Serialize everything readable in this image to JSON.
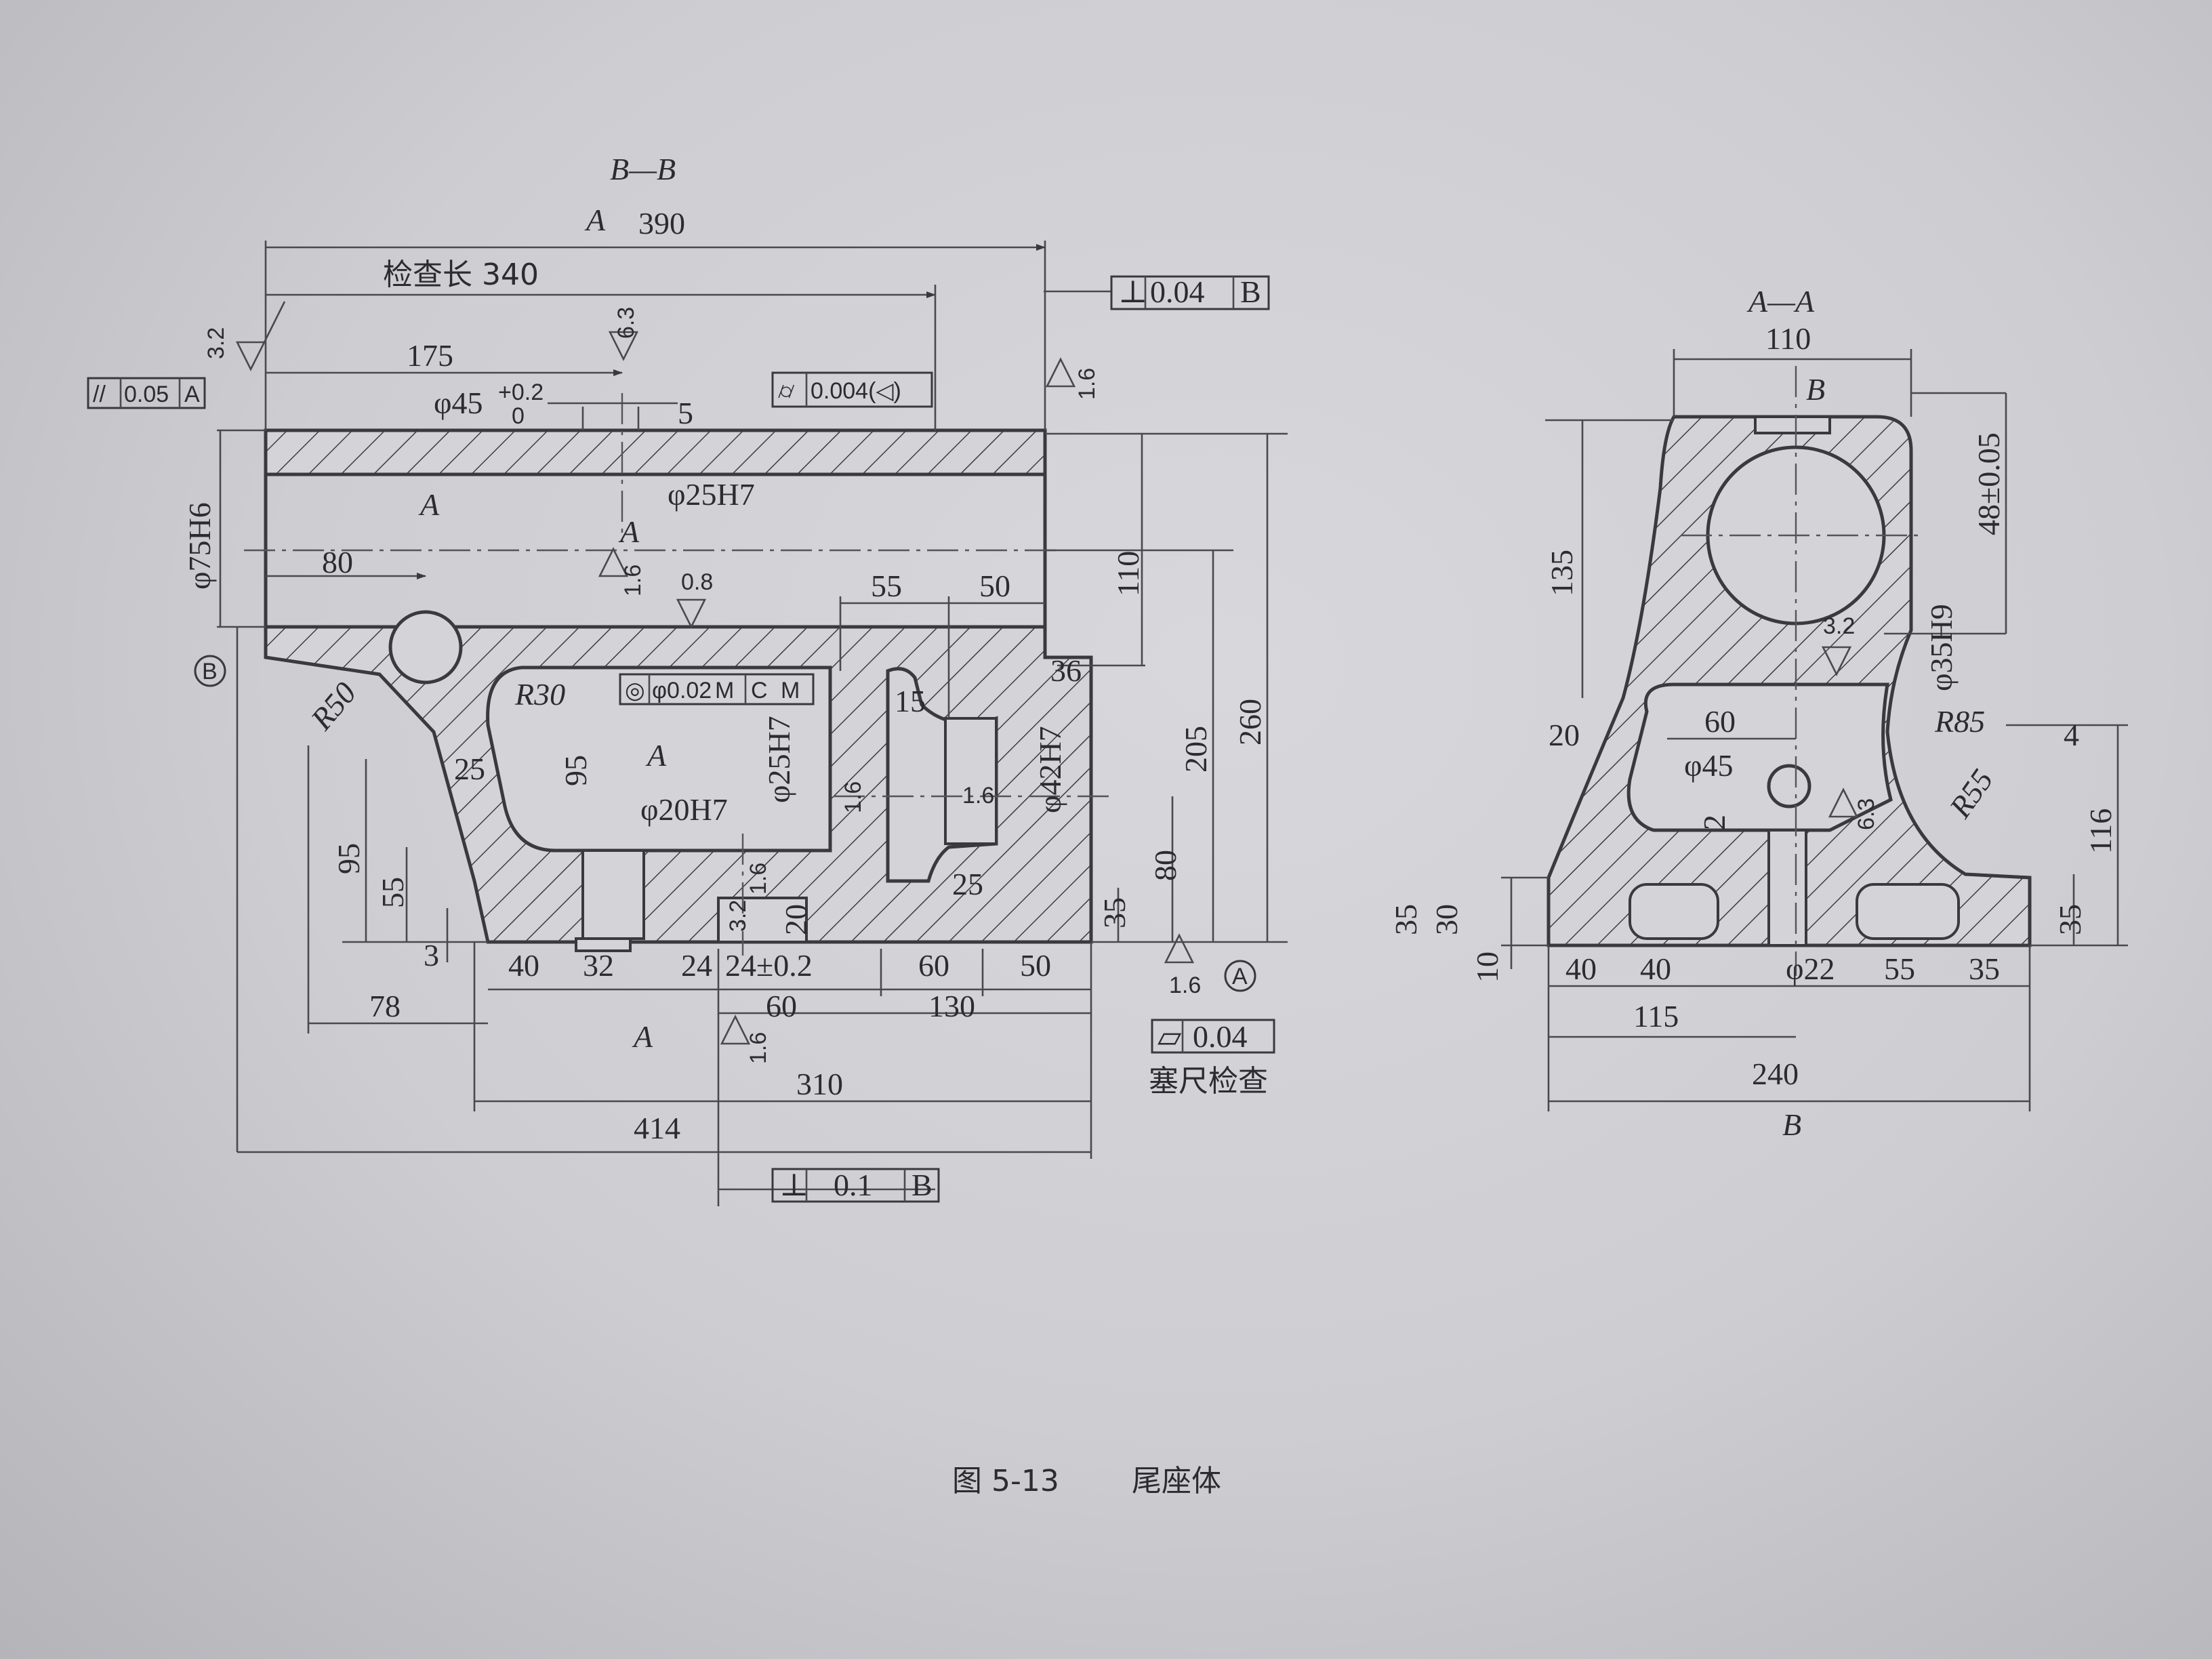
{
  "caption": {
    "figure_no": "图 5-13",
    "title": "尾座体"
  },
  "left_view": {
    "section_label": "B—B",
    "section_arrow": "A",
    "dims": {
      "overall_top": "390",
      "check_length": "检查长 340",
      "d175": "175",
      "bore_top": "φ45",
      "bore_top_tol_upper": "+0.2",
      "bore_top_tol_lower": "0",
      "depth5": "5",
      "hole25": "φ25H7",
      "bore75": "φ75H6",
      "d80": "80",
      "d55": "55",
      "d50": "50",
      "d110": "110",
      "d260": "260",
      "d205": "205",
      "d80v": "80",
      "d35v": "35",
      "d36": "36",
      "r50": "R50",
      "r30": "R30",
      "d25": "25",
      "d95": "95",
      "d95b": "95",
      "d55b": "55",
      "d3": "3",
      "d15": "15",
      "hole25b": "φ25H7",
      "hole20": "φ20H7",
      "hole42": "φ42H7",
      "d25b": "25",
      "d20": "20",
      "b40": "40",
      "b32": "32",
      "b24": "24",
      "b24tol": "24±0.2",
      "b60": "60",
      "b50": "50",
      "d78": "78",
      "d60": "60",
      "d130": "130",
      "d310": "310",
      "d414": "414"
    },
    "roughness": [
      "3.2",
      "6.3",
      "1.6",
      "1.6",
      "0.8",
      "1.6",
      "1.6",
      "3.2",
      "1.6",
      "1.6",
      "1.6"
    ],
    "datums": [
      "B",
      "A"
    ],
    "section_marks": [
      "A",
      "A",
      "A",
      "A"
    ],
    "tolerance_frames": {
      "parallel": {
        "value": "0.05",
        "datum": "A"
      },
      "perp_top": {
        "value": "0.04",
        "datum": "B"
      },
      "cylindricity": {
        "value": "0.004(◁)"
      },
      "position": {
        "value": "φ0.02",
        "mod": "M",
        "datum": "C",
        "datum_mod": "M"
      },
      "flatness": {
        "value": "0.04",
        "note": "塞尺检查"
      },
      "perp_bottom": {
        "value": "0.1",
        "datum": "B"
      }
    }
  },
  "right_view": {
    "section_label": "A—A",
    "dims": {
      "d110": "110",
      "d135": "135",
      "d48": "48±0.05",
      "hole35": "φ35H9",
      "r20": "20",
      "d60": "60",
      "hole45": "φ45",
      "d2": "2",
      "r85": "R85",
      "d4": "4",
      "r55": "R55",
      "d116": "116",
      "d35l": "35",
      "d30l": "30",
      "d10": "10",
      "d35r": "35",
      "b40a": "40",
      "b40b": "40",
      "b22": "φ22",
      "b55": "55",
      "b35": "35",
      "d115": "115",
      "d240": "240"
    },
    "roughness": [
      "3.2",
      "6.3"
    ],
    "section_marks": [
      "B",
      "B"
    ]
  }
}
